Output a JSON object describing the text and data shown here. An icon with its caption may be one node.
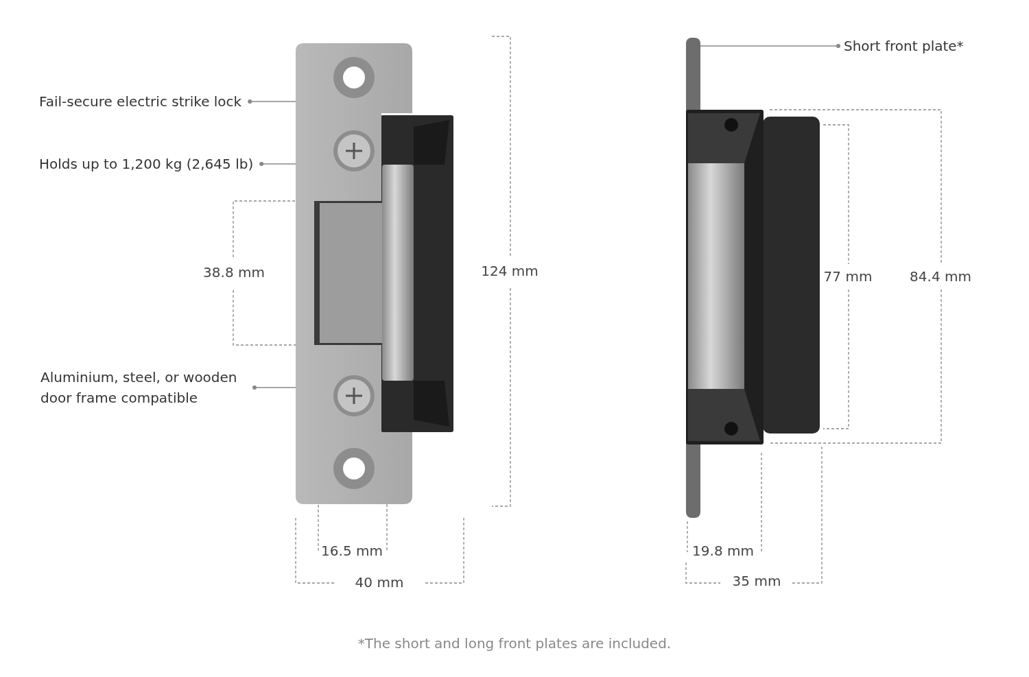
{
  "diagram": {
    "caption": "*The short and long front plates are included.",
    "nodes": [
      {
        "text": [
          "Fail-secure electric strike lock"
        ]
      },
      {
        "text": [
          "Holds up to 1,200 kg (2,645 lb)"
        ]
      },
      {
        "text": [
          "Aluminium, steel, or wooden door frame compatible"
        ]
      },
      {
        "text": [
          "Short front plate*"
        ]
      },
      {
        "text": [],
        "shape": "picture"
      },
      {
        "text": [],
        "shape": "picture"
      }
    ],
    "edges": [
      {
        "from": 0,
        "to": 4,
        "arrow": "other"
      },
      {
        "from": 1,
        "to": 4,
        "arrow": "other"
      },
      {
        "from": 2,
        "to": 4,
        "arrow": "other"
      },
      {
        "from": 3,
        "to": 5,
        "arrow": "other"
      }
    ],
    "labels": [
      "38.8 mm",
      "124 mm",
      "77 mm",
      "84.4 mm",
      "16.5 mm",
      "40 mm",
      "19.8 mm",
      "35 mm"
    ]
  }
}
